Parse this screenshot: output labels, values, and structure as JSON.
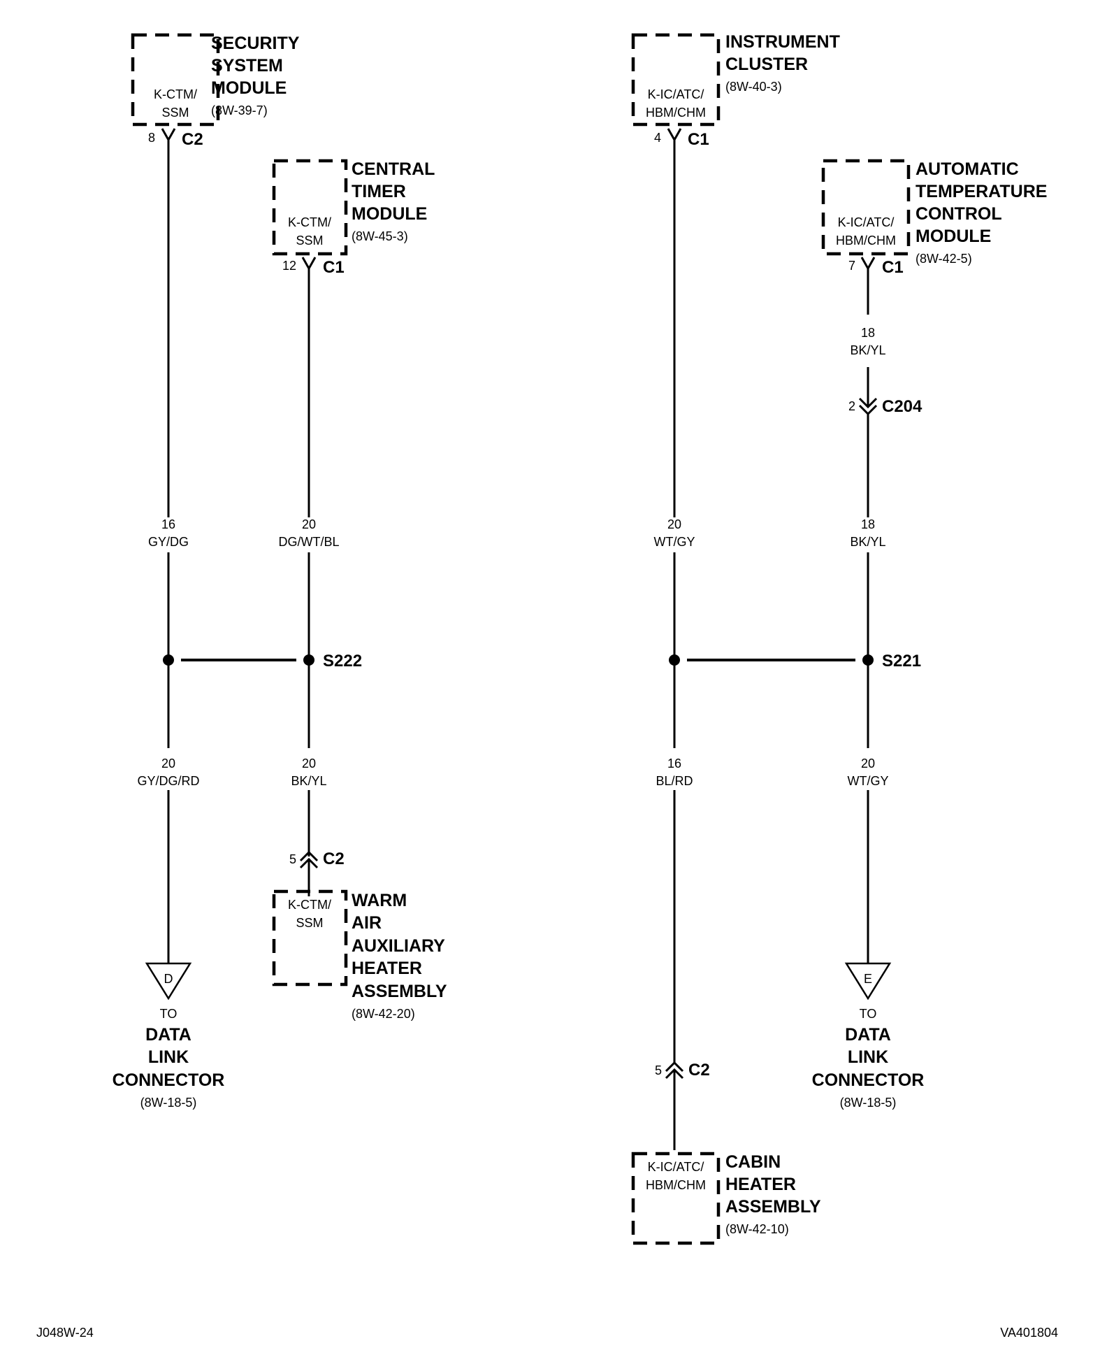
{
  "modules": {
    "security": {
      "name": [
        "SECURITY",
        "SYSTEM",
        "MODULE"
      ],
      "ref": "(8W-39-7)",
      "code": [
        "K-CTM/",
        "SSM"
      ]
    },
    "ctm": {
      "name": [
        "CENTRAL",
        "TIMER",
        "MODULE"
      ],
      "ref": "(8W-45-3)",
      "code": [
        "K-CTM/",
        "SSM"
      ]
    },
    "cluster": {
      "name": [
        "INSTRUMENT",
        "CLUSTER"
      ],
      "ref": "(8W-40-3)",
      "code": [
        "K-IC/ATC/",
        "HBM/CHM"
      ]
    },
    "atc": {
      "name": [
        "AUTOMATIC",
        "TEMPERATURE",
        "CONTROL",
        "MODULE"
      ],
      "ref": "(8W-42-5)",
      "code": [
        "K-IC/ATC/",
        "HBM/CHM"
      ]
    },
    "warm_air": {
      "name": [
        "WARM",
        "AIR",
        "AUXILIARY",
        "HEATER",
        "ASSEMBLY"
      ],
      "ref": "(8W-42-20)",
      "code": [
        "K-CTM/",
        "SSM"
      ]
    },
    "cabin": {
      "name": [
        "CABIN",
        "HEATER",
        "ASSEMBLY"
      ],
      "ref": "(8W-42-10)",
      "code": [
        "K-IC/ATC/",
        "HBM/CHM"
      ]
    }
  },
  "connectors": {
    "sec_c2": {
      "pin": "8",
      "name": "C2"
    },
    "ctm_c1": {
      "pin": "12",
      "name": "C1"
    },
    "ic_c1": {
      "pin": "4",
      "name": "C1"
    },
    "atc_c1": {
      "pin": "7",
      "name": "C1"
    },
    "c204": {
      "pin": "2",
      "name": "C204"
    },
    "warm_c2": {
      "pin": "5",
      "name": "C2"
    },
    "cabin_c2": {
      "pin": "5",
      "name": "C2"
    }
  },
  "wires": {
    "w1": {
      "gauge": "16",
      "color": "GY/DG"
    },
    "w2": {
      "gauge": "20",
      "color": "DG/WT/BL"
    },
    "w3": {
      "gauge": "20",
      "color": "GY/DG/RD"
    },
    "w4": {
      "gauge": "20",
      "color": "BK/YL"
    },
    "w5": {
      "gauge": "18",
      "color": "BK/YL"
    },
    "w6": {
      "gauge": "20",
      "color": "WT/GY"
    },
    "w7": {
      "gauge": "18",
      "color": "BK/YL"
    },
    "w8": {
      "gauge": "16",
      "color": "BL/RD"
    },
    "w9": {
      "gauge": "20",
      "color": "WT/GY"
    }
  },
  "splices": {
    "left": "S222",
    "right": "S221"
  },
  "links": {
    "left": {
      "letter": "D",
      "to": "TO",
      "name": [
        "DATA",
        "LINK",
        "CONNECTOR"
      ],
      "ref": "(8W-18-5)"
    },
    "right": {
      "letter": "E",
      "to": "TO",
      "name": [
        "DATA",
        "LINK",
        "CONNECTOR"
      ],
      "ref": "(8W-18-5)"
    }
  },
  "footer": {
    "left": "J048W-24",
    "right": "VA401804"
  }
}
